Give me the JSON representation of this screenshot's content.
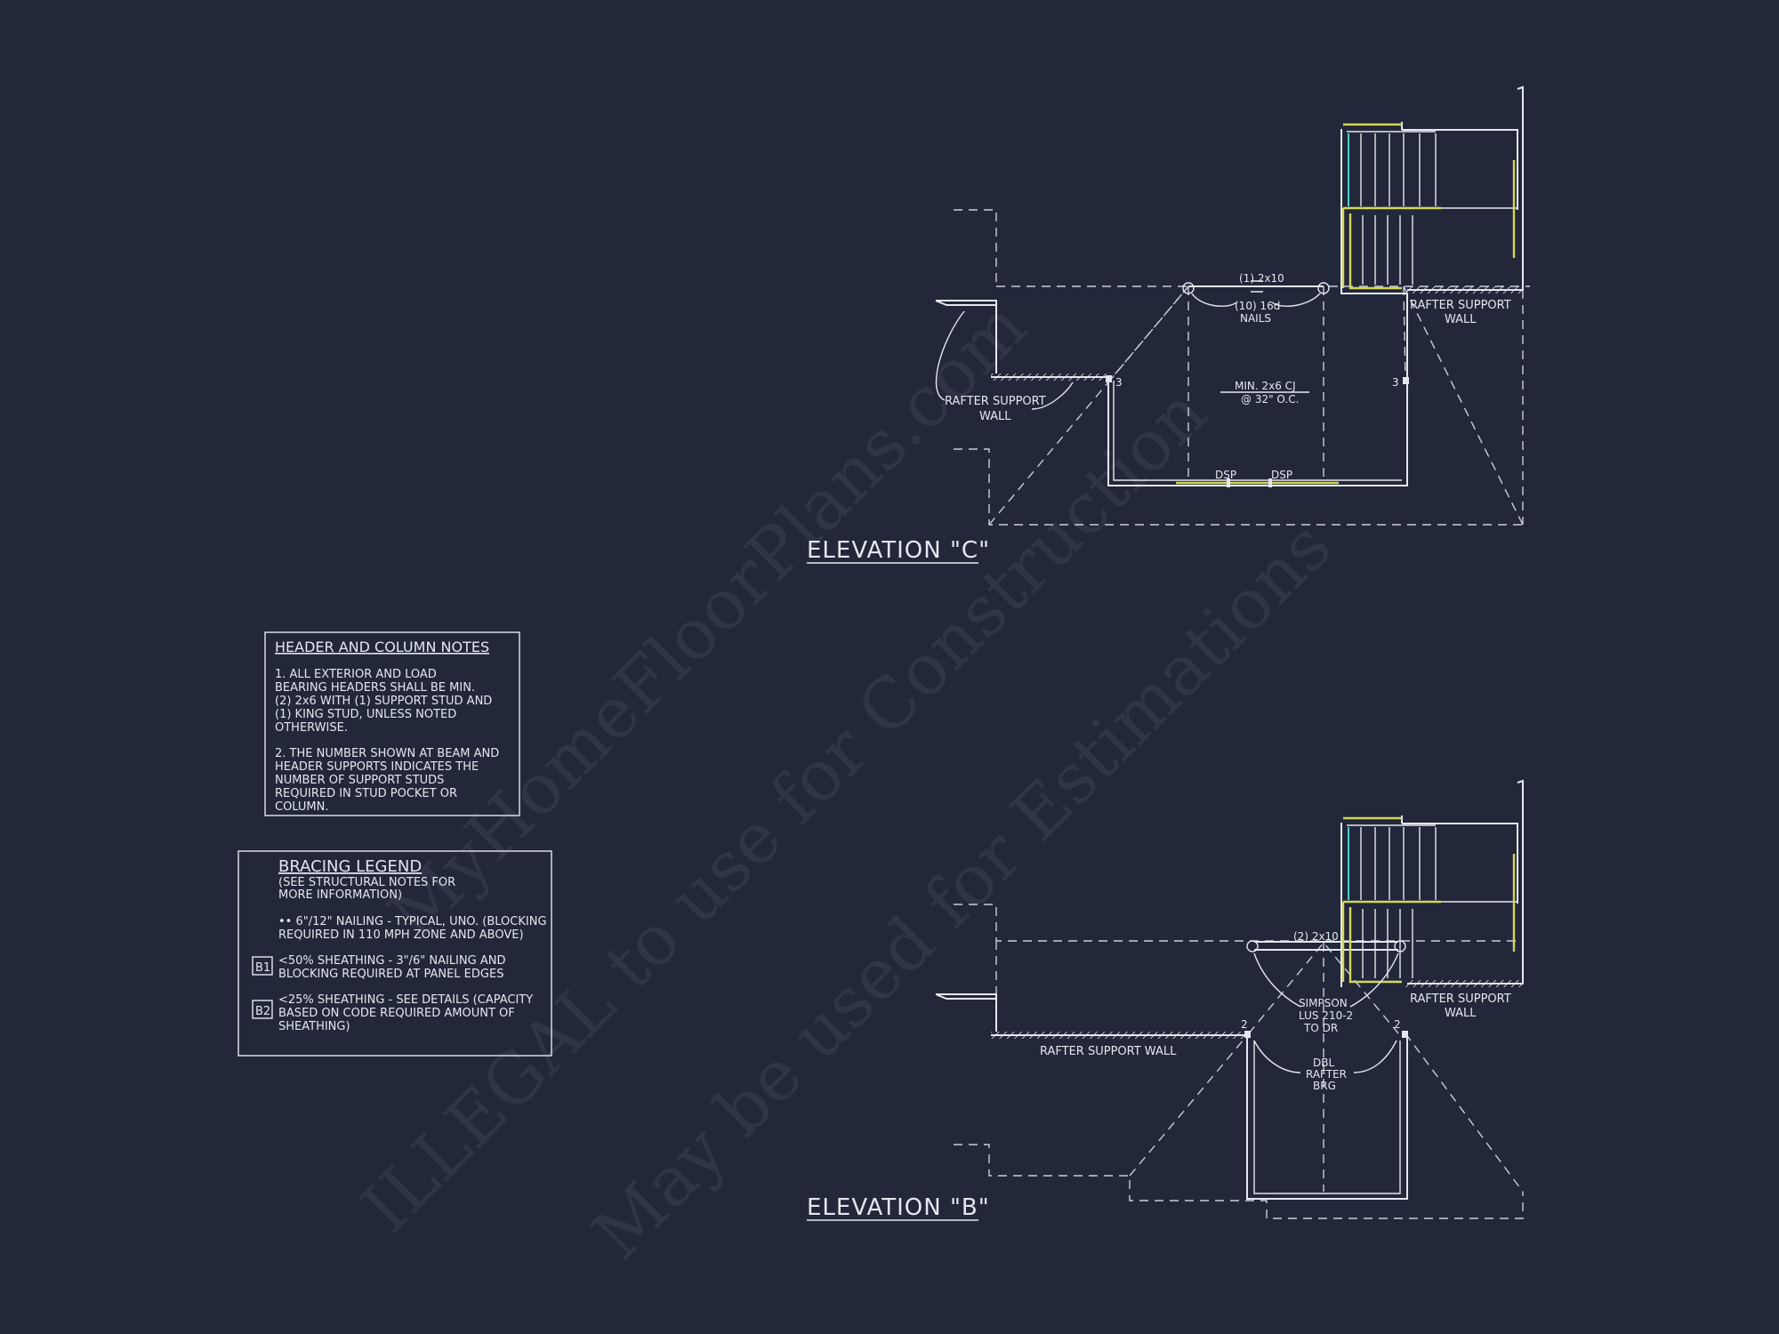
{
  "watermark": {
    "line1": "MyHomeFloorPlans.com",
    "line2": "ILLEGAL to use for Construction",
    "line3": "May be used for Estimations"
  },
  "elevation_c": {
    "title": "ELEVATION \"C\"",
    "header_size": "(1) 2x10",
    "nails_line1": "(10) 16d",
    "nails_line2": "NAILS",
    "cj_line1": "MIN. 2x6 CJ",
    "cj_line2": "@ 32\" O.C.",
    "rafter_wall_left_line1": "RAFTER SUPPORT",
    "rafter_wall_left_line2": "WALL",
    "rafter_wall_right_line1": "RAFTER SUPPORT",
    "rafter_wall_right_line2": "WALL",
    "stud_count_left": "3",
    "stud_count_right": "3",
    "dsp_left": "DSP",
    "dsp_right": "DSP"
  },
  "elevation_b": {
    "title": "ELEVATION \"B\"",
    "header_size": "(2) 2x10",
    "simpson_line1": "SIMPSON",
    "simpson_line2": "LUS 210-2",
    "simpson_line3": "TO DR",
    "dbl_line1": "DBL",
    "dbl_line2": "RAFTER",
    "dbl_line3": "BRG",
    "rafter_wall_left": "RAFTER SUPPORT WALL",
    "rafter_wall_right_line1": "RAFTER SUPPORT",
    "rafter_wall_right_line2": "WALL",
    "stud_count_left": "2",
    "stud_count_right": "2"
  },
  "header_notes": {
    "title": "HEADER AND COLUMN NOTES",
    "lines": [
      "1. ALL EXTERIOR AND LOAD",
      "BEARING HEADERS SHALL BE MIN.",
      "(2) 2x6 WITH (1) SUPPORT STUD AND",
      "(1) KING STUD, UNLESS NOTED",
      "OTHERWISE.",
      "",
      "2. THE NUMBER SHOWN AT BEAM AND",
      "HEADER SUPPORTS INDICATES THE",
      "NUMBER OF SUPPORT STUDS",
      "REQUIRED IN STUD POCKET OR",
      "COLUMN."
    ]
  },
  "bracing_legend": {
    "title": "BRACING LEGEND",
    "subtitle_line1": "(SEE STRUCTURAL NOTES FOR",
    "subtitle_line2": "MORE INFORMATION)",
    "typical_line1": "•• 6\"/12\" NAILING - TYPICAL, UNO. (BLOCKING",
    "typical_line2": "REQUIRED IN 110 MPH ZONE AND ABOVE)",
    "b1_tag": "B1",
    "b1_line1": "<50% SHEATHING - 3\"/6\" NAILING AND",
    "b1_line2": "BLOCKING REQUIRED AT PANEL EDGES",
    "b2_tag": "B2",
    "b2_line1": "<25% SHEATHING - SEE DETAILS (CAPACITY",
    "b2_line2": "BASED ON CODE REQUIRED AMOUNT OF",
    "b2_line3": "SHEATHING)"
  }
}
